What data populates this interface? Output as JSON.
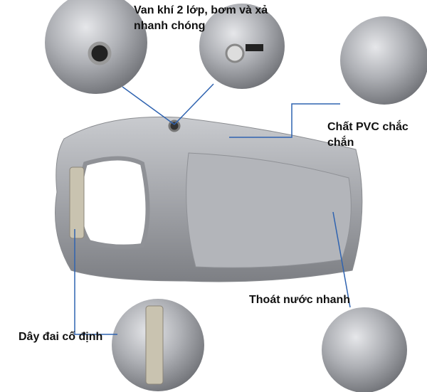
{
  "labels": {
    "valve": "Van khí 2 lớp, bơm và xả nhanh chóng",
    "pvc": "Chất PVC chắc chắn",
    "drain": "Thoát nước nhanh",
    "strap": "Dây đai cố định"
  },
  "colors": {
    "callout_line": "#2f63b0",
    "silver": "#a9abb0"
  }
}
